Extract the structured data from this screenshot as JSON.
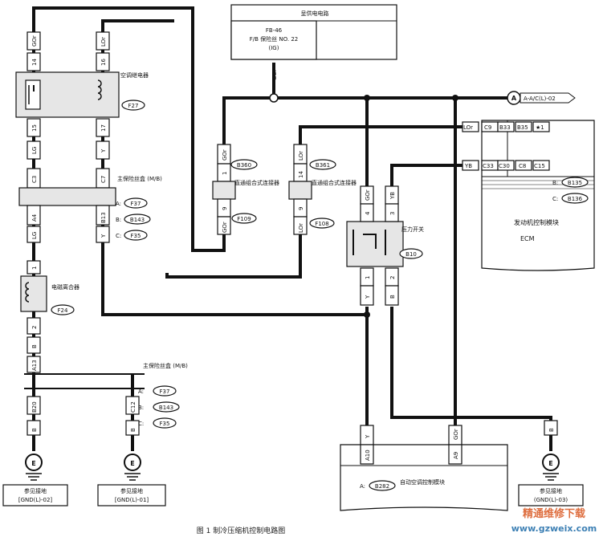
{
  "power": {
    "l1": "呈供电电路",
    "l2": "FB-46",
    "l3": "F/B 保险丝 NO. 22",
    "l4": "(IG)"
  },
  "wires": {
    "gor": "GOr",
    "lor": "LOr",
    "lg": "LG",
    "y": "Y",
    "b": "B",
    "yb": "YB"
  },
  "pins": {
    "p14": "14",
    "p16": "16",
    "p15": "15",
    "p17": "17",
    "c3": "C3",
    "c7": "C7",
    "a4": "A4",
    "b13": "B13",
    "p1": "1",
    "p9": "9",
    "p2": "2",
    "p3": "3",
    "p4": "4",
    "a13": "A13",
    "b20": "B20",
    "c12": "C12",
    "a10": "A10",
    "a9": "A9",
    "c9": "C9",
    "b33": "B33",
    "b35": "B35",
    "star1": "★1",
    "c33": "C33",
    "c30": "C30",
    "c8": "C8",
    "c15": "C15"
  },
  "components": {
    "relay_label": "空调继电器",
    "relay_id": "F27",
    "fuse1_label": "主保险丝盒 (M/B)",
    "fuse2_label": "主保险丝盒 (M/B)",
    "a_prefix": "A:",
    "b_prefix": "B:",
    "c_prefix": "C:",
    "f37": "F37",
    "b143": "B143",
    "f35": "F35",
    "conn1_label": "直通组合式连接器",
    "conn1_id_top": "B360",
    "conn1_id_bot": "F109",
    "conn2_label": "直通组合式连接器",
    "conn2_id_top": "B361",
    "conn2_id_bot": "F108",
    "clutch_label": "电磁离合器",
    "clutch_id": "F24",
    "pswitch_label": "压力开关",
    "pswitch_id": "B10",
    "ecm_label": "发动机控制模块",
    "ecm_short": "ECM",
    "ecm_b": "B:",
    "ecm_b_id": "B135",
    "ecm_c": "C:",
    "ecm_c_id": "B136",
    "ac_module_label": "自动空调控制模块",
    "ac_module_prefix": "A:",
    "ac_module_id": "B282",
    "ref_arrow": "A",
    "ref_text": "A-A/C(L)-02",
    "ground_symbol": "E",
    "gnd1_l1": "参见接地",
    "gnd1_l2": "[GND(L)-02]",
    "gnd2_l1": "参见接地",
    "gnd2_l2": "[GND(L)-01]",
    "gnd3_l1": "参见接地",
    "gnd3_l2": "(GND(L)-03)"
  },
  "caption": "图 1    制冷压缩机控制电路图",
  "watermark": {
    "line1": "精通维修下载",
    "line2": "www.gzweix.com"
  }
}
